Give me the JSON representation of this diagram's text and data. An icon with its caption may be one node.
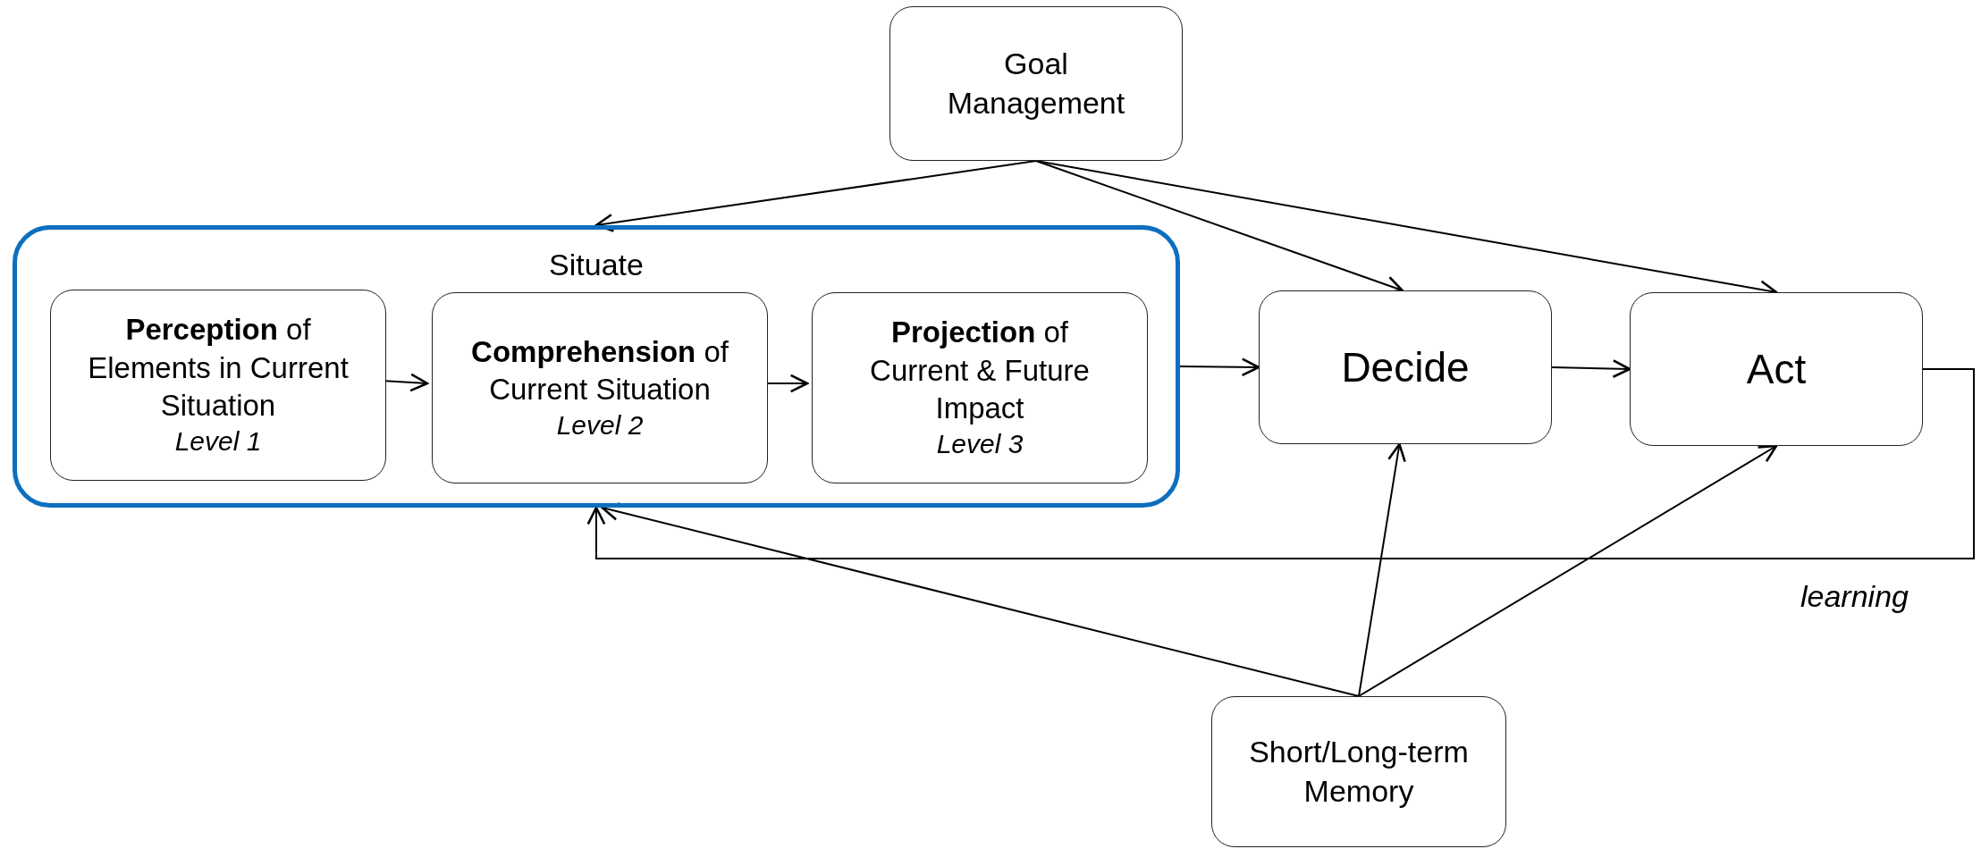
{
  "diagram": {
    "nodes": [
      {
        "text": [
          "Goal Management"
        ]
      },
      {
        "text": [
          "Situate"
        ]
      },
      {
        "text": [
          "**Perception** of Elements in Current Situation",
          "Level 1"
        ],
        "in": 1
      },
      {
        "text": [
          "**Comprehension** of Current Situation",
          "Level 2"
        ],
        "in": 1
      },
      {
        "text": [
          "**Projection** of Current & Future Impact",
          "Level 3"
        ],
        "in": 1
      },
      {
        "text": [
          "Decide"
        ]
      },
      {
        "text": [
          "Act"
        ]
      },
      {
        "text": [
          "Short/Long-term Memory"
        ]
      }
    ],
    "edges": [
      {
        "from": 0,
        "to": 1,
        "arrow": "to"
      },
      {
        "from": 0,
        "to": 5,
        "arrow": "to"
      },
      {
        "from": 0,
        "to": 6,
        "arrow": "to"
      },
      {
        "from": 2,
        "to": 3,
        "arrow": "to"
      },
      {
        "from": 3,
        "to": 4,
        "arrow": "to"
      },
      {
        "from": 1,
        "to": 5,
        "arrow": "to"
      },
      {
        "from": 5,
        "to": 6,
        "arrow": "to"
      },
      {
        "from": 6,
        "to": 1,
        "arrow": "to",
        "label": "learning"
      },
      {
        "from": 7,
        "to": 1,
        "arrow": "to"
      },
      {
        "from": 7,
        "to": 5,
        "arrow": "to"
      },
      {
        "from": 7,
        "to": 6,
        "arrow": "to"
      }
    ]
  }
}
